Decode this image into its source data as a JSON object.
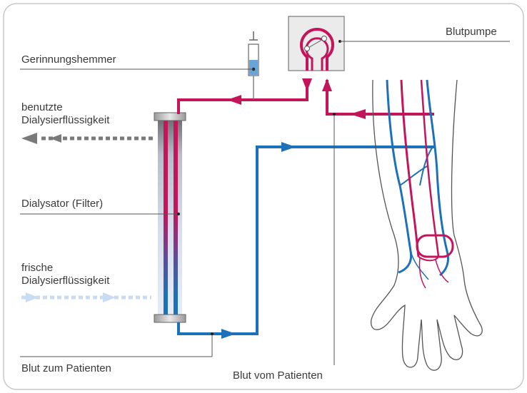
{
  "labels": {
    "anticoagulant": "Gerinnungshemmer",
    "used_fluid_line1": "benutzte",
    "used_fluid_line2": "Dialysierflüssigkeit",
    "dialyzer": "Dialysator (Filter)",
    "fresh_fluid_line1": "frische",
    "fresh_fluid_line2": "Dialysierflüssigkeit",
    "blood_to_patient": "Blut zum Patienten",
    "blood_pump": "Blutpumpe",
    "blood_from_patient": "Blut vom Patienten"
  },
  "colors": {
    "arterial": "#c4145a",
    "venous": "#1d71b8",
    "used_fluid": "#7a7a7a",
    "fresh_fluid": "#c9dcf0",
    "outline": "#5a5a5a",
    "frame": "#c8c8c8"
  },
  "icons": {
    "syringe": "syringe-icon",
    "pump": "blood-pump-icon",
    "arm": "forearm-hand-illustration"
  }
}
